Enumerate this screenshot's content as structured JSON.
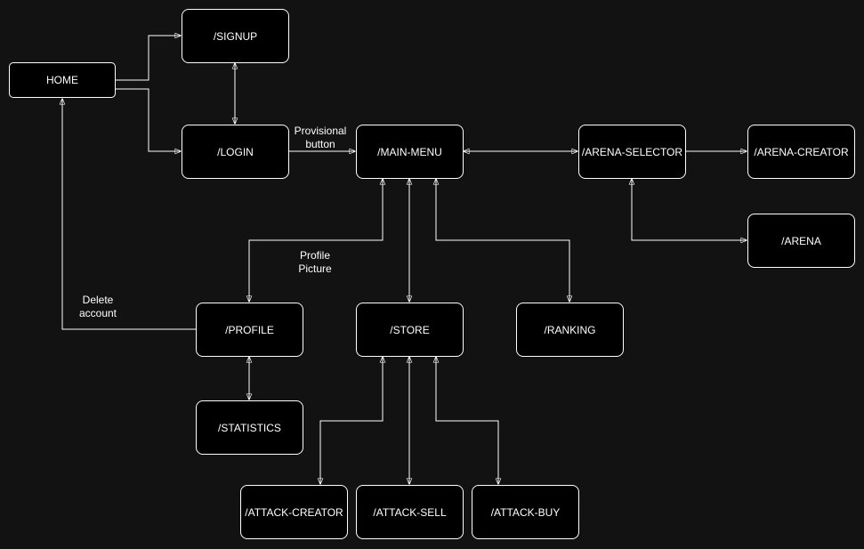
{
  "colors": {
    "background": "#121212",
    "node_fill": "#000000",
    "stroke": "#ffffff",
    "text": "#ffffff"
  },
  "nodes": {
    "home": "HOME",
    "signup": "/SIGNUP",
    "login": "/LOGIN",
    "main_menu": "/MAIN-MENU",
    "arena_selector": "/ARENA-SELECTOR",
    "arena_creator": "/ARENA-CREATOR",
    "arena": "/ARENA",
    "profile": "/PROFILE",
    "store": "/STORE",
    "ranking": "/RANKING",
    "statistics": "/STATISTICS",
    "attack_creator": "/ATTACK-CREATOR",
    "attack_sell": "/ATTACK-SELL",
    "attack_buy": "/ATTACK-BUY"
  },
  "edge_labels": {
    "provisional_line1": "Provisional",
    "provisional_line2": "button",
    "profile_picture_line1": "Profile",
    "profile_picture_line2": "Picture",
    "delete_account_line1": "Delete",
    "delete_account_line2": "account"
  }
}
